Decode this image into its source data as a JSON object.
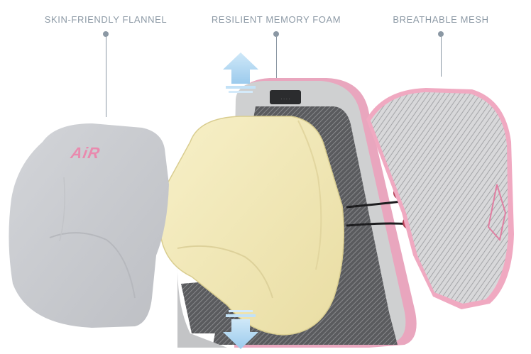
{
  "callouts": {
    "flannel": "SKIN-FRIENDLY FLANNEL",
    "foam": "RESILIENT MEMORY FOAM",
    "mesh": "BREATHABLE MESH"
  },
  "products": {
    "flannel_logo": "AiR"
  },
  "colors": {
    "callout_text": "#8d9aa6",
    "callout_line": "#8b98a4",
    "flannel": "#c9cbd0",
    "foam": "#f3ebbd",
    "frame": "#cfd0d1",
    "pink_accent": "#e7a9bf",
    "arrow_blue": "#b9dcf5"
  }
}
